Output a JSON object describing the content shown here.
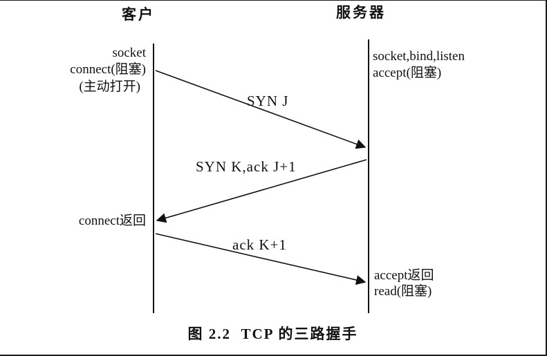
{
  "diagram": {
    "client": {
      "title": "客户",
      "socket": "socket",
      "connect_block": "connect(阻塞)",
      "active_open": "(主动打开)",
      "connect_return": "connect返回"
    },
    "server": {
      "title": "服务器",
      "socket_bind_listen": "socket,bind,listen",
      "accept_block": "accept(阻塞)",
      "accept_return": "accept返回",
      "read_block": "read(阻塞)"
    },
    "messages": {
      "syn": "SYN J",
      "syn_ack": "SYN K,ack J+1",
      "ack": "ack K+1"
    },
    "caption": "图 2.2  TCP 的三路握手",
    "colors": {
      "ink": "#111111",
      "background": "#ffffff"
    }
  }
}
